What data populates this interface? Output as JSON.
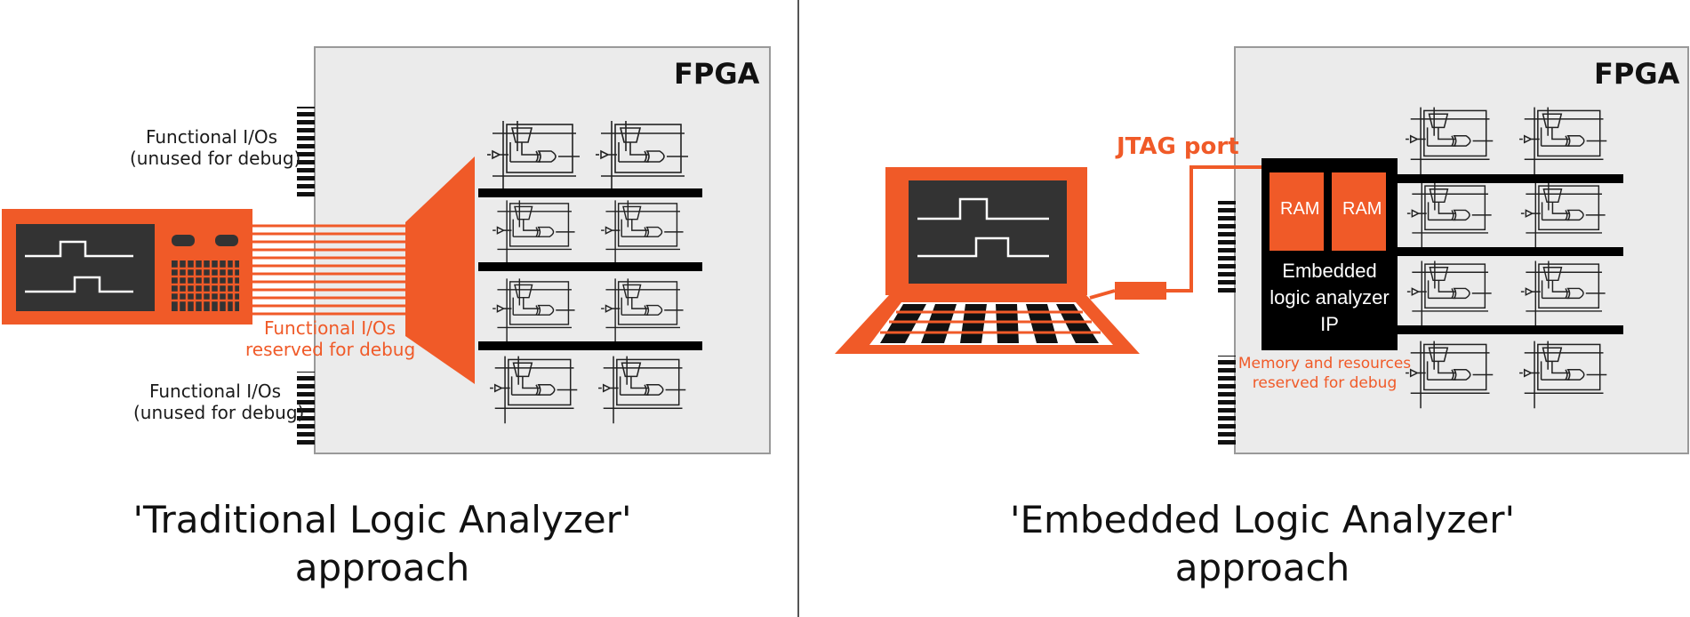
{
  "colors": {
    "accent": "#f05a28",
    "fpga_fill": "#ebebeb",
    "dark": "#333333",
    "black": "#000000"
  },
  "left": {
    "fpga_label": "FPGA",
    "io_top": [
      "Functional I/Os",
      "(unused for debug)"
    ],
    "io_debug": [
      "Functional I/Os",
      "reserved for debug"
    ],
    "io_bottom": [
      "Functional I/Os",
      "(unused for debug)"
    ],
    "caption": [
      "'Traditional Logic Analyzer'",
      "approach"
    ]
  },
  "right": {
    "fpga_label": "FPGA",
    "jtag_label": "JTAG port",
    "ram_labels": [
      "RAM",
      "RAM"
    ],
    "ela_label": [
      "Embedded",
      "logic analyzer",
      "IP"
    ],
    "mem_label": [
      "Memory and resources",
      "reserved for debug"
    ],
    "caption": [
      "'Embedded Logic Analyzer'",
      "approach"
    ]
  },
  "icons": [
    "logic-analyzer-instrument-icon",
    "laptop-icon",
    "logic-cell-icon",
    "waveform-icon"
  ]
}
